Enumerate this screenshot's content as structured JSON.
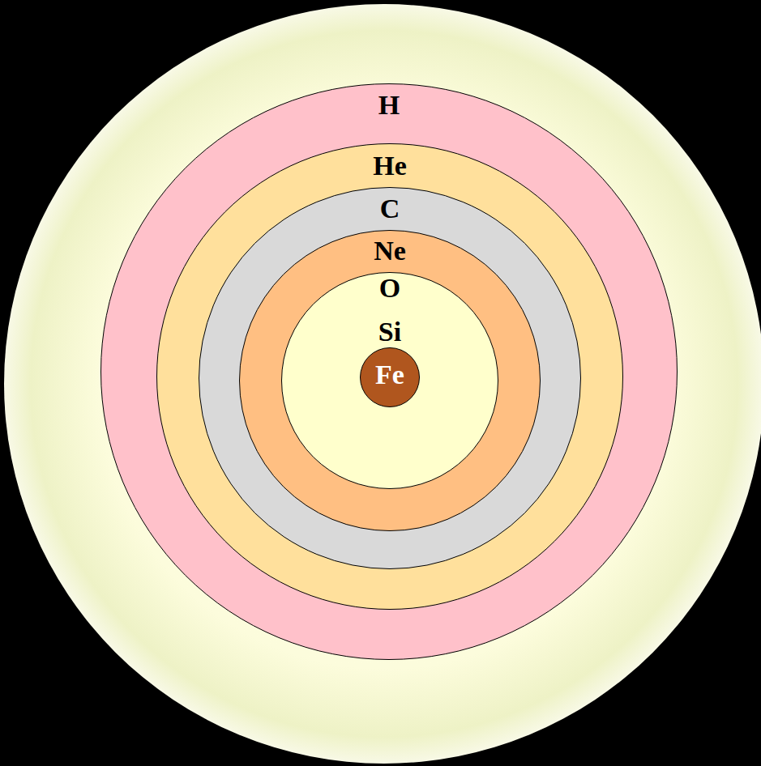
{
  "diagram": {
    "nodes": [
      {
        "text": [
          "H"
        ]
      },
      {
        "text": [
          "He"
        ],
        "in": 0
      },
      {
        "text": [
          "C"
        ],
        "in": 1
      },
      {
        "text": [
          "Ne"
        ],
        "in": 2
      },
      {
        "text": [
          "O",
          "Si"
        ],
        "in": 3
      },
      {
        "text": [
          "Fe"
        ],
        "in": 4
      }
    ]
  }
}
